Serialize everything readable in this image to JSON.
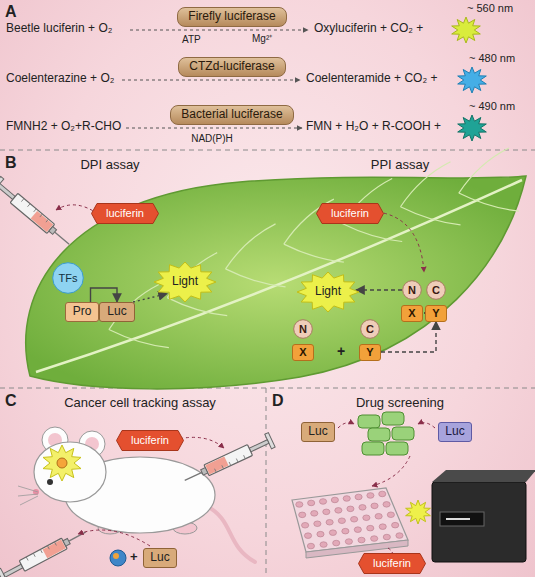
{
  "diagram": {
    "nodes": [
      {
        "text": [
          "Firefly luciferase"
        ]
      },
      {
        "text": [
          "CTZd-luciferase"
        ]
      },
      {
        "text": [
          "Bacterial luciferase"
        ]
      },
      {
        "text": [
          "luciferin"
        ]
      },
      {
        "text": [
          "TFs"
        ]
      },
      {
        "text": [
          "Pro"
        ]
      },
      {
        "text": [
          "Luc"
        ]
      },
      {
        "text": [
          "Light"
        ]
      },
      {
        "text": [
          "luciferin"
        ]
      },
      {
        "text": [
          "Light"
        ]
      },
      {
        "text": [
          "N"
        ]
      },
      {
        "text": [
          "X"
        ]
      },
      {
        "text": [
          "C"
        ]
      },
      {
        "text": [
          "Y"
        ]
      },
      {
        "text": [
          "N"
        ]
      },
      {
        "text": [
          "C"
        ]
      },
      {
        "text": [
          "X"
        ]
      },
      {
        "text": [
          "Y"
        ]
      },
      {
        "text": [
          "luciferin"
        ]
      },
      {
        "text": [
          "Luc"
        ]
      },
      {
        "text": [
          "Luc"
        ]
      },
      {
        "text": [
          "Luc"
        ]
      },
      {
        "text": [
          "luciferin"
        ]
      }
    ],
    "edges": [
      {
        "from": 5,
        "to": 6,
        "arrow": "to"
      },
      {
        "from": 6,
        "to": 7,
        "arrow": "to"
      },
      {
        "from": 13,
        "to": 17,
        "arrow": "to"
      },
      {
        "from": 14,
        "to": 9,
        "arrow": "to"
      }
    ],
    "labels": [
      "A",
      "Beetle luciferin + O₂",
      "ATP",
      "Mg²⁺",
      "Oxyluciferin + CO₂ +",
      "~ 560 nm",
      "Coelenterazine + O₂",
      "Coelenteramide + CO₂ +",
      "~ 480 nm",
      "FMNH2 + O₂+R-CHO",
      "FMN + H₂O + R-COOH +",
      "NAD(P)H",
      "~ 490 nm",
      "B",
      "DPI assay",
      "PPI assay",
      "+",
      "C",
      "Cancer cell tracking assay",
      "+",
      "D",
      "Drug screening"
    ]
  }
}
